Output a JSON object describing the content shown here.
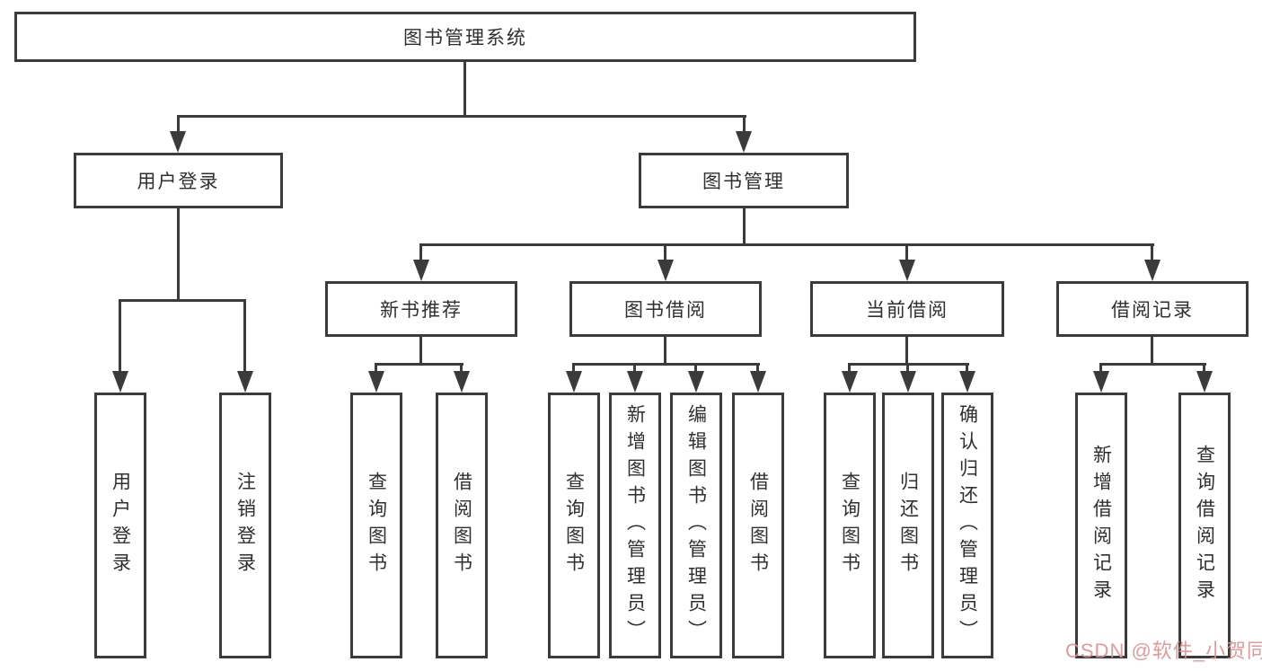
{
  "diagram": {
    "title": "图书管理系统",
    "root": {
      "label": "图书管理系统"
    },
    "login": {
      "label": "用户登录",
      "children": [
        {
          "label": "用户登录"
        },
        {
          "label": "注销登录"
        }
      ]
    },
    "mgmt": {
      "label": "图书管理",
      "sections": [
        {
          "label": "新书推荐",
          "children": [
            {
              "label": "查询图书"
            },
            {
              "label": "借阅图书"
            }
          ]
        },
        {
          "label": "图书借阅",
          "children": [
            {
              "label": "查询图书"
            },
            {
              "label": "新增图书（管理员）"
            },
            {
              "label": "编辑图书（管理员）"
            },
            {
              "label": "借阅图书"
            }
          ]
        },
        {
          "label": "当前借阅",
          "children": [
            {
              "label": "查询图书"
            },
            {
              "label": "归还图书"
            },
            {
              "label": "确认归还（管理员）"
            }
          ]
        },
        {
          "label": "借阅记录",
          "children": [
            {
              "label": "新增借阅记录"
            },
            {
              "label": "查询借阅记录"
            }
          ]
        }
      ]
    }
  },
  "watermark": {
    "text": "CSDN @软件_小贺同学"
  },
  "colors": {
    "line": "#3b3b3b",
    "text": "#2f2f2f",
    "background": "#ffffff",
    "watermark": "#e08f8f"
  }
}
